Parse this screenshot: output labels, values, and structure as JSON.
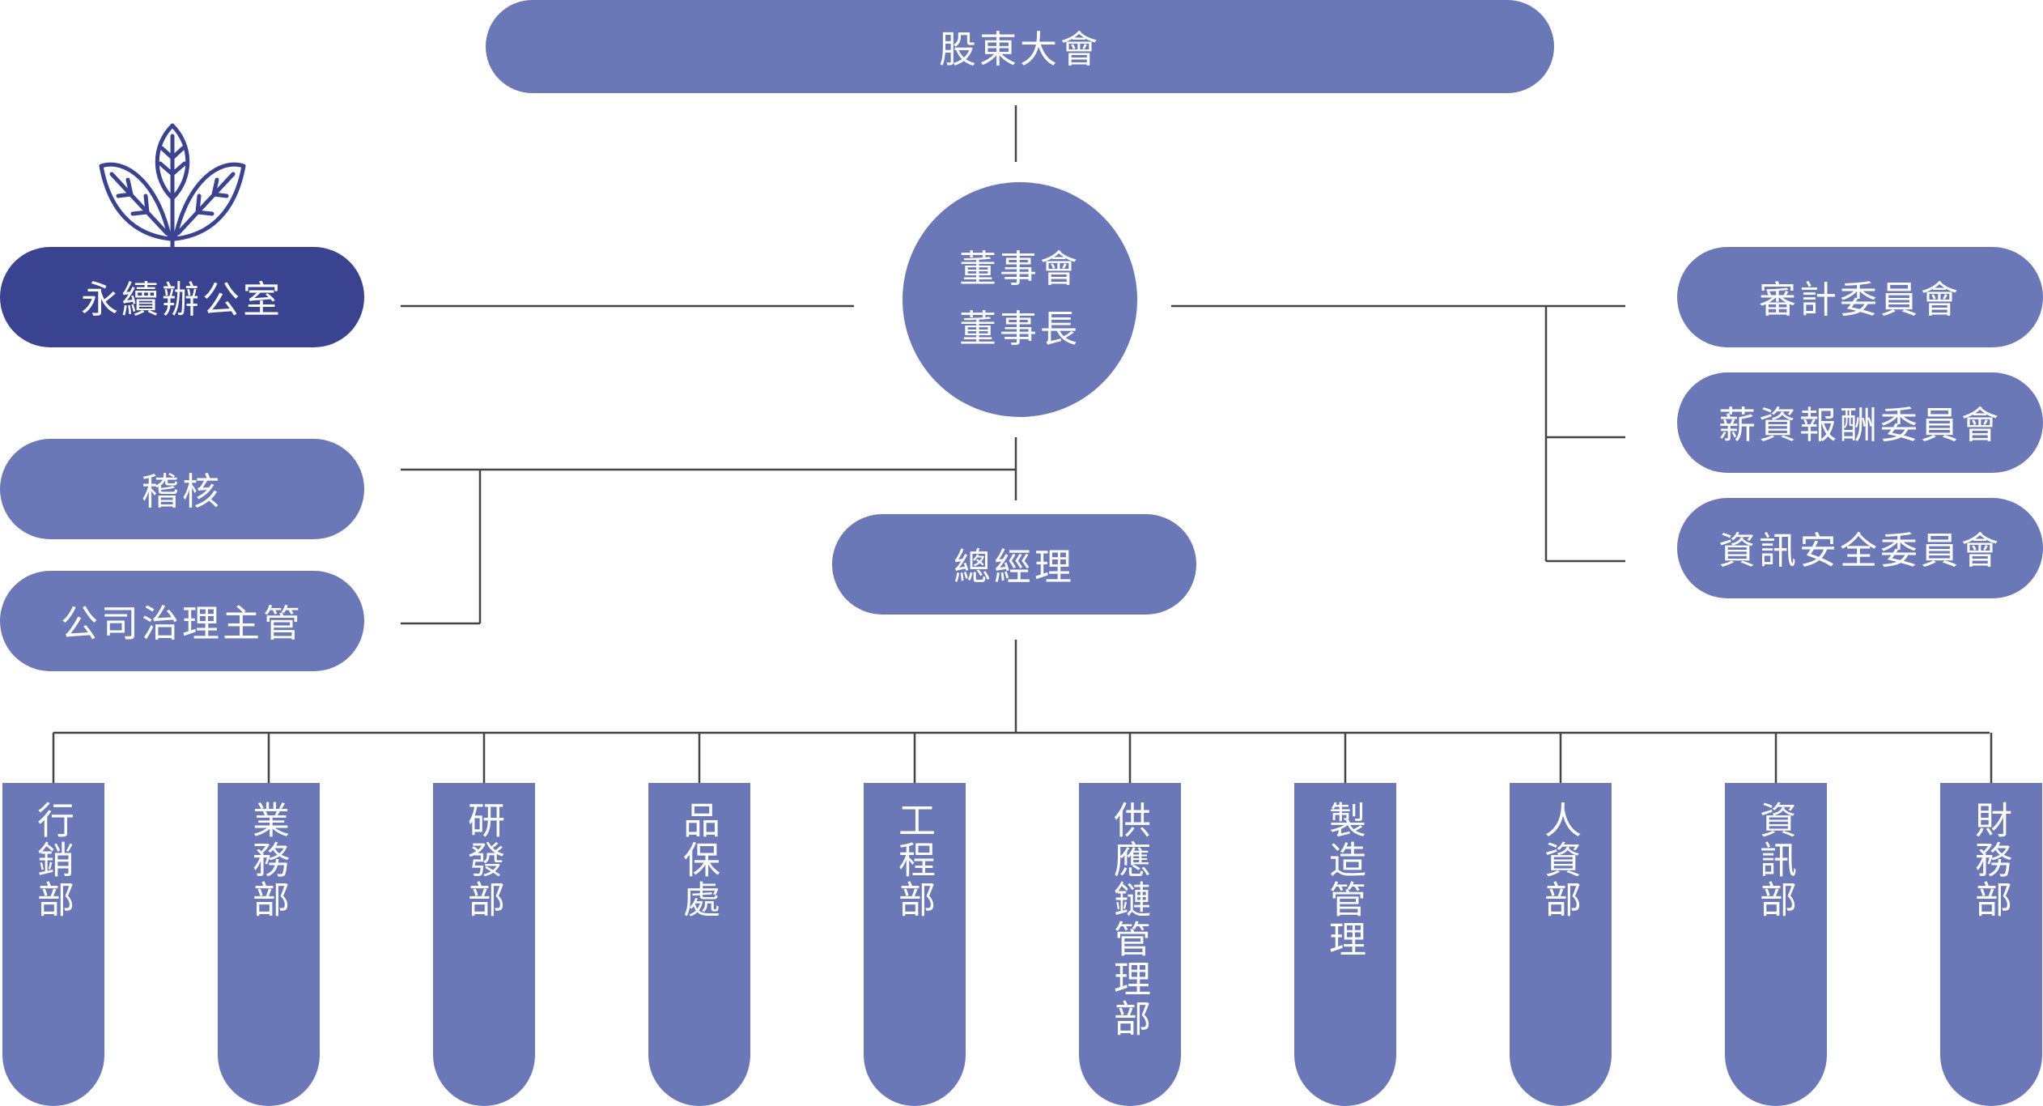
{
  "colors": {
    "node": "#6b78b8",
    "node_dark": "#3a4390",
    "line": "#444444"
  },
  "shareholders": "股東大會",
  "board": {
    "line1": "董事會",
    "line2": "董事長"
  },
  "sustainability_office": "永續辦公室",
  "audit": "稽核",
  "governance_officer": "公司治理主管",
  "president": "總經理",
  "committees": [
    "審計委員會",
    "薪資報酬委員會",
    "資訊安全委員會"
  ],
  "departments": [
    "行銷部",
    "業務部",
    "研發部",
    "品保處",
    "工程部",
    "供應鏈管理部",
    "製造管理",
    "人資部",
    "資訊部",
    "財務部"
  ],
  "icons": {
    "plant": "plant-leaves-icon"
  }
}
